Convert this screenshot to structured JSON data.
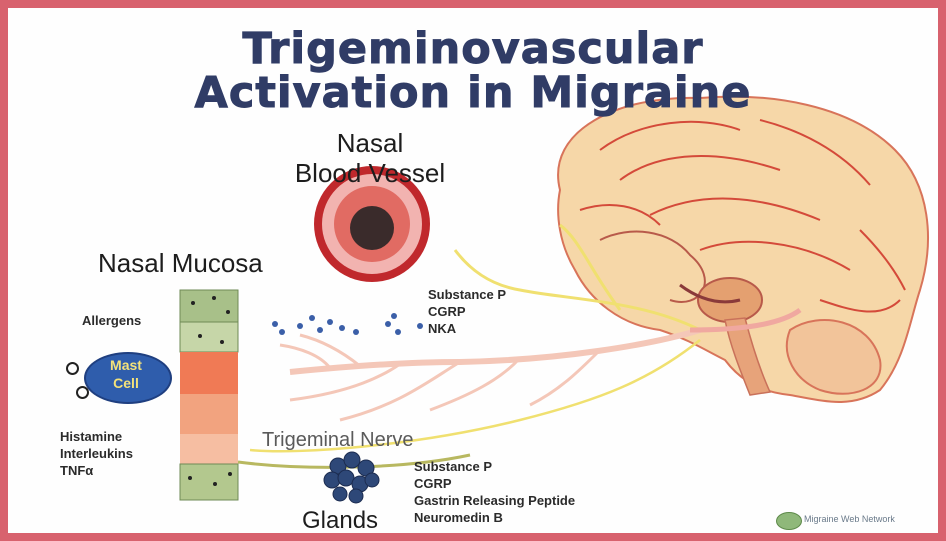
{
  "title_line1": "Trigeminovascular",
  "title_line2": "Activation in Migraine",
  "vessel_label": [
    "Nasal",
    "Blood Vessel"
  ],
  "mucosa_label": "Nasal Mucosa",
  "allergens_label": "Allergens",
  "mast_cell_label": [
    "Mast",
    "Cell"
  ],
  "mediators": [
    "Histamine",
    "Interleukins",
    "TNFα"
  ],
  "nerve_label": "Trigeminal Nerve",
  "neuropeptides_upper": [
    "Substance P",
    "CGRP",
    "NKA"
  ],
  "neuropeptides_lower": [
    "Substance P",
    "CGRP",
    "Gastrin Releasing Peptide",
    "Neuromedin B"
  ],
  "glands_label": "Glands",
  "logo_text": "Migraine Web Network",
  "colors": {
    "frame": "#d8626e",
    "title": "#303c66",
    "vessel": "#c0282c",
    "mast_cell": "#2f5dac",
    "nerve": "#f4c7b8",
    "nerve_yellow": "#f0e070",
    "brain": "#f6d7a8"
  },
  "icons": [
    "brain-illustration",
    "blood-vessel-cross-section",
    "mast-cell",
    "gland-cluster",
    "neuropeptide-dots",
    "mucosa-column"
  ]
}
